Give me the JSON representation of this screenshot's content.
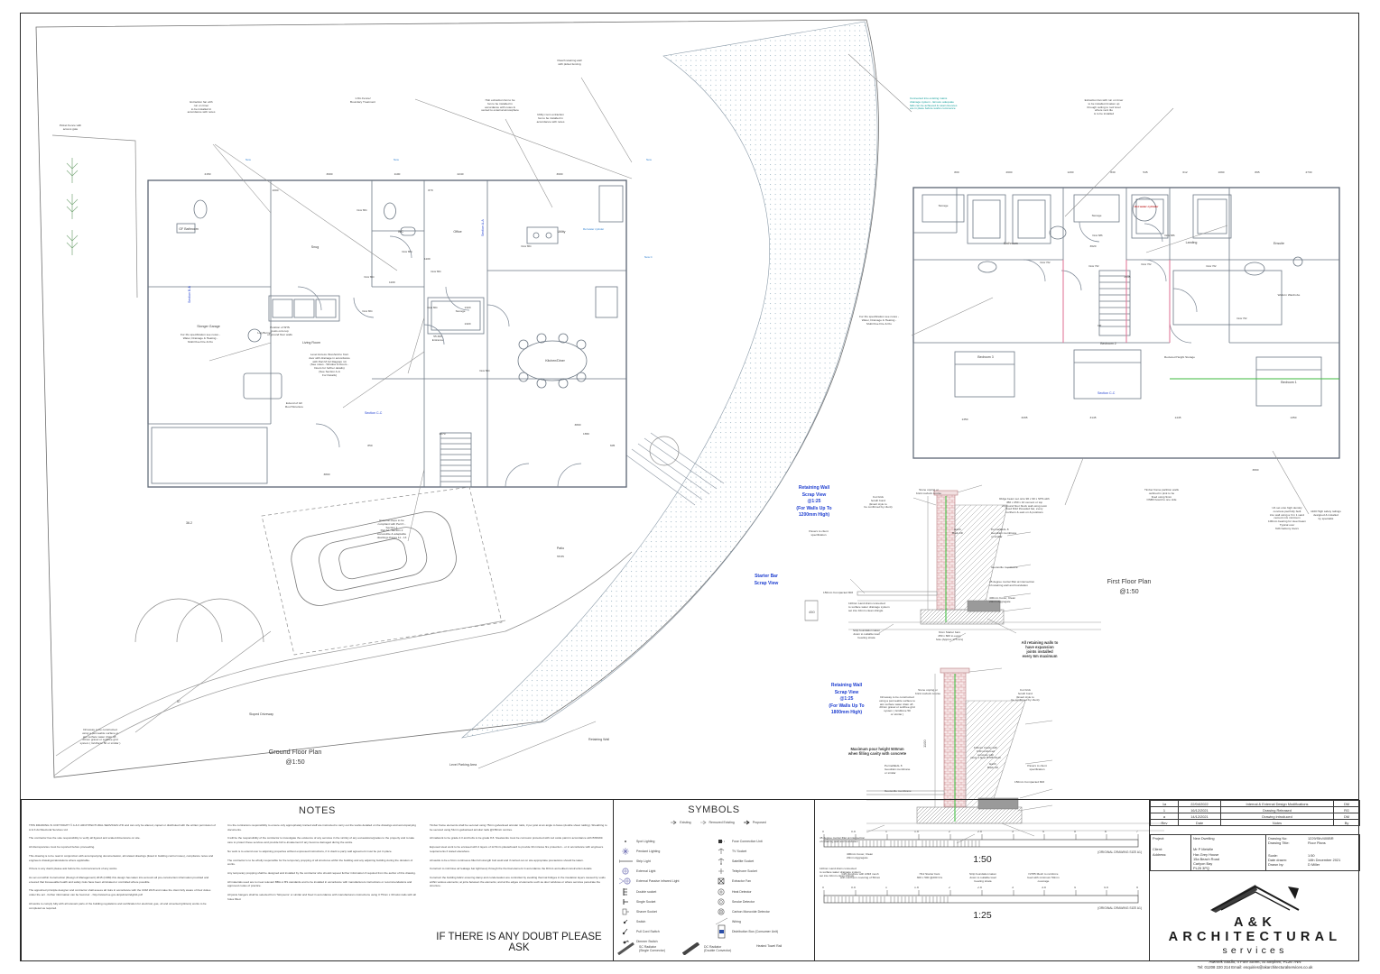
{
  "sheet": {
    "title": "A&K Architectural Services - Floor Plans",
    "bottom_statement": "IF THERE IS ANY DOUBT PLEASE ASK"
  },
  "plans": {
    "ground": {
      "title": "Ground Floor Plan",
      "scale": "@1:50"
    },
    "first": {
      "title": "First Floor Plan",
      "scale": "@1:50"
    }
  },
  "ground_floor": {
    "rooms": [
      "GF Bathroom",
      "Snug",
      "WC",
      "Office",
      "Utility",
      "Living Room",
      "Storage",
      "Entrance",
      "Kitchen/Diner",
      "Stonger Garage",
      "Log Burner",
      "Patio",
      "Sloped Driveway",
      "Level Parking Area",
      "Retaining Wall"
    ],
    "level_entrance": "55.300\nEntrance",
    "patio_level": "55.55",
    "dim_362": "36.2",
    "dim_57": "57",
    "doors": [
      "Door 864",
      "Door 864",
      "Door 864",
      "Door 864",
      "Door 864",
      "Door 864",
      "Door 864",
      "Door 864"
    ],
    "section_marks": [
      "Section A-A",
      "Section B-B",
      "Section C-C"
    ]
  },
  "first_floor": {
    "rooms": [
      "Storage",
      "Bathroom",
      "Storage",
      "Landing",
      "Ensuite",
      "Bedroom 3",
      "Bedroom 2",
      "Bedroom 1",
      "Walk-In Wardrobe",
      "Reduced Height Storage",
      "Hot water cylinder"
    ],
    "doors": [
      "Door 762",
      "Door 762",
      "Door 762",
      "Door 762",
      "Door 762",
      "Door 686",
      "Door 686"
    ],
    "stair_label": "UP",
    "section_mark": "Section C-C"
  },
  "annotations": {
    "ground": [
      {
        "text": "Picket Fence with\naccess gate"
      },
      {
        "text": "Extraction fan with\nrun on timer\nto be installed in\naccordance with notes"
      },
      {
        "text": "1.8m Fence/\nBoundary Treatment"
      },
      {
        "text": "Hob extraction fan to be\nfan to be installed in\naccordance with notes &\nvented to external atmosphere"
      },
      {
        "text": "Utility room extraction\nfan to be installed in\naccordance with notes"
      },
      {
        "text": "Dwarf retaining wall\nwith picket fencing"
      },
      {
        "text": "For Flu specification see notes -\nWater, Drainage & Heating -\nMulti Flue Fire & Flu"
      },
      {
        "text": "For Flu specification see notes -\nWater, Drainage & Heating -\nMulti Flue Fire & Flu"
      },
      {
        "text": "Position of SHS\nposts onto top\nof ground floor walls"
      },
      {
        "text": "Level Access threshold to front\ndoor with drainage in accordance\nwith Part M C2 Diagram 14\n(See notes - Window & Doors -\nDoors for further details)\n(See Section A-A\nFor Details)"
      },
      {
        "text": "External steps to be\ncompliant with Part K -\nSection 1\nPart M - Section 2\nAccessible & adaptable\ndwellings Pages 11 - 13"
      },
      {
        "text": "Driveway to be constructed\nusing a permeable surface or\naim surface water drain off -\n20mm gravel or soil/tree grid\nsystem ( Gridforce 50 or similar )"
      },
      {
        "text": "Extend of GF\nRoof Structure"
      }
    ],
    "first": [
      {
        "text": "Connected into existing mains\ndrainage system - Ensure adequate\nfalls can be achieved & retain licences\nare in place before works commence",
        "color": "teal"
      },
      {
        "text": "Extraction fan with run on timer\nto be installed & taken up\nthrough ceiling to roof level\nwhere vent tile\nis to be installed"
      },
      {
        "text": "Timber frame partition walls\noutlined in pink to be\nfixed using 9mm\nOSB3 board to one side"
      },
      {
        "text": "Walk-In\nWardrobe"
      },
      {
        "text": "Ub set onto high density\nconcrete pad fully built\ninto wall using a 3 in 1 sand\ncement mix minimum\n100mm bearing for steel beam\nTypical over\n6clb balcony doors"
      },
      {
        "text": "1100 High safety railings\ndesigned & installed\nby specialist"
      },
      {
        "text": "Hot water\ncylinder"
      }
    ],
    "details": [
      {
        "text": "Stone coping or\nbrick rowlock course"
      },
      {
        "text": "Cut brick\nfensih bond\n(Exact style to\nbe confirmed by client)"
      },
      {
        "text": "Ridge beam set onto 90 x 90 x SHS with\n450 x 450 x 10 cement or top\nof ground floor block wall using resin\nfixed M12 threaded bar, every\nnorthern & east on & positions"
      },
      {
        "text": "PermaSEAL 8\nGeodrain membrane\nor similar"
      },
      {
        "text": "Earth\nBack Fill"
      },
      {
        "text": "Geotextile membrane"
      },
      {
        "text": "45 degree mortar fillet at intersection\nof retaining wall and foundation"
      },
      {
        "text": "400mm Cover, Clean\n20mm Aggregate"
      },
      {
        "text": "110mm Land drain connected\nto surface water drainage system\nset into 10mm clean shingle"
      },
      {
        "text": "9mm Starter bars\n450 x 600 to every\nhole (Approx 175 Crs)"
      },
      {
        "text": "Strip foundation taken\ndown to suitable load\nbearing strata"
      },
      {
        "text": "Pavers to client\nspecification"
      },
      {
        "text": "150mm Compacted 803"
      },
      {
        "text": "Maximum pour height 500mm\nwhen filling cavity with concrete"
      },
      {
        "text": "All retaining walls to\nhave expansion\njoints installed\nevery 6m maximum"
      },
      {
        "text": "Driveway to be constructed\nusing a permeable surface to\naim surface water drain off -\n20mm gravel or soil/tree grid\nsystem ( Gridforce 50\nor similar )"
      },
      {
        "text": "100mm Cavity with\nC30 reinforced\nconcrete with\nusing 1 layer B785 Mesh"
      },
      {
        "text": "Pavers to client\nspecification"
      },
      {
        "text": "150mm Compacted 803"
      },
      {
        "text": "C25 concrete with A393 mesh\nwith minimum covering of 50mm"
      },
      {
        "text": "H12 Starter bars\n300 x 500 @200 Crs"
      },
      {
        "text": "Strip foundation taken\ndown to suitable load\nbearing strata"
      },
      {
        "text": "N/785 Mesh to reinforce\nfeed with minimum 50mm\ncoverage"
      },
      {
        "text": "Exposed steel work to be encased with 2 layers of 12.5mm plasterboard to provide 30 minutes fire\nprotection - or in accordance with engineers requirements if stated elsewhere."
      }
    ],
    "scrap_views": [
      {
        "title": "Retaining Wall\nScrap View\n@1:25\n(For Walls Up To\n1200mm High)"
      },
      {
        "title": "Retaining Wall\nScrap View\n@1:25\n(For Walls Up To\n1800mm High)"
      },
      {
        "title": "Starter Bar\nScrap View"
      }
    ]
  },
  "notes": {
    "heading": "NOTES",
    "col1": [
      "THIS DRAWING IS COPYRIGHT © A & K ARCHITECTURAL SERVICES LTD and can only be altered, copied or distributed with the written permission of A & K Architectural Services Ltd",
      "The contractor has the sole responsibility to verify all figured and scaled dimensions on site.",
      "All discrepancies must be reported before proceeding.",
      "This drawing is to be read in conjunction with accompanying documentation, all related drawings (listed in building control notes), compliance notes and engineers drawings/calculations where applicable.",
      "If there is any doubt please ask before the commencement of any works.",
      "As set out within Construction (Design & Management) 2015 (CDM) this design has taken into account all pre-construction information provided and ensured that foreseeable health and safety risks have been eliminated or controlled where possible.",
      "The appointed principle designer and contractor shall assess all risks in accordance with the CDM 2015 and make the client fully aware of their duties under the act - further information can be found at: - http://www.hse.gov.uk/pubns/indg411.pdf",
      "All works to comply fully with all relevant parts of the building regulations and certification for electrical, gas, oil and unvented (plinters) works to be completed as required."
    ],
    "col2": [
      "It is the contractors responsibility to ensure only appropriately trained staff are instructed to carry out the works detailed on the drawings and accompanying documents.",
      "It will be the responsibility of the contractor to investigate the existence of any services in the vicinity of any excavations/grades to the property and to take care to protect these services and provide full re-instatement if any become damaged during the works.",
      "No work is to extend over to adjoining properties without expressed instructions, if in doubt a party wall agreement must be put in place.",
      "The contractor is to be wholly responsible for the temporary propping of all structures within the building and any adjoining building during the duration of works.",
      "Any temporary propping shall be designed and installed by the contractor who should request further information if required from the author of this drawing.",
      "All materials used are to meet relevant BBA or BS standards and to be installed in accordance with manufacturers instructions or recommendations and approved codes of practice.",
      "All joists hangers shall be selected from 'Simpsons' or similar and fixed in accordance with manufacturers instructions using 3.75mm x 30 twist nails with all holes filled."
    ],
    "col3": [
      "Timber frame elements shall be secured using 75mm galvanised annular nails, 3 per joist at an angle to faces (double shear nailing). Sheathing to be secured using 51mm galvanised annular nails @150mm centres.",
      "All nailwork to be grade 4.3 and bolts to be grade 8.8. Steelworks must be corrosion protected with red oxide paint in accordance with BS5493.",
      "Exposed steel work to be encased with 2 layers of 12.5mm plasterboard to provide 30 minutes fire protection - or in accordance with engineers requirements if stated elsewhere.",
      "All welds to be a 6mm continuous fillet full strength butt weld and if carried out on site appropriate precautions should be taken.",
      "Construct to minimise air leakage bar tightness) through the thermal element in accordance the DCLG accredited construction details.",
      "Construct the building fabric ensuring damp and condensation are controlled by avoiding thermal bridges in the insulation layers caused by voids within various elements; at joins between the elements; and at the edges of elements such as door windows or where services penetrate the structure."
    ]
  },
  "symbols": {
    "heading": "SYMBOLS",
    "legend_row": [
      {
        "label": "Existing",
        "icon": "arrow-icon"
      },
      {
        "label": "Removed Existing",
        "icon": "arrow-icon"
      },
      {
        "label": "Proposed",
        "icon": "arrow-icon"
      }
    ],
    "col_left": [
      {
        "label": "Spot Lighting",
        "icon": "spot-light-icon"
      },
      {
        "label": "Pendant Lighting",
        "icon": "pendant-light-icon"
      },
      {
        "label": "Strip Light",
        "icon": "strip-light-icon"
      },
      {
        "label": "External Light",
        "icon": "external-light-icon"
      },
      {
        "label": "External Passive infrared Light",
        "icon": "pir-light-icon"
      },
      {
        "label": "Double socket",
        "icon": "double-socket-icon"
      },
      {
        "label": "Single Socket",
        "icon": "single-socket-icon"
      },
      {
        "label": "Shaver Socket",
        "icon": "shaver-socket-icon"
      },
      {
        "label": "Switch",
        "icon": "switch-icon"
      },
      {
        "label": "Pull Cord Switch",
        "icon": "pull-cord-switch-icon"
      },
      {
        "label": "Dimmer Switch",
        "icon": "dimmer-switch-icon"
      }
    ],
    "col_right": [
      {
        "label": "Fuse Connection Unit",
        "icon": "fuse-connection-icon"
      },
      {
        "label": "TV Socket",
        "icon": "tv-socket-icon"
      },
      {
        "label": "Satellite Socket",
        "icon": "satellite-socket-icon"
      },
      {
        "label": "Telephone Socket",
        "icon": "telephone-socket-icon"
      },
      {
        "label": "Extractor Fan",
        "icon": "extractor-fan-icon"
      },
      {
        "label": "Heat Detector",
        "icon": "heat-detector-icon"
      },
      {
        "label": "Smoke Detector",
        "icon": "smoke-detector-icon"
      },
      {
        "label": "Carbon Monoxide Detector",
        "icon": "co-detector-icon"
      },
      {
        "label": "Wiring",
        "icon": "wiring-icon"
      },
      {
        "label": "Distribution Box (Consumer Unit)",
        "icon": "distribution-box-icon"
      }
    ],
    "radiators": [
      {
        "label": "SC Radiator\n(Single Convector)",
        "icon": "radiator-single-icon"
      },
      {
        "label": "DC Radiator\n(Double Convector)",
        "icon": "radiator-double-icon"
      },
      {
        "label": "Heated Towel Rail",
        "icon": "towel-rail-icon"
      }
    ]
  },
  "scale_bars": [
    {
      "label": "1:50",
      "note": "(ORIGINAL DRAWING SIZE A1)",
      "ticks": [
        "0",
        "0.5",
        "1",
        "1.5",
        "2",
        "2.5",
        "3",
        "4",
        "5",
        "6",
        "7",
        "8",
        "9",
        "10"
      ]
    },
    {
      "label": "1:25",
      "note": "(ORIGINAL DRAWING SIZE A1)",
      "ticks": [
        "0",
        "0.5",
        "1",
        "1.5",
        "2",
        "2.5",
        "3",
        "3.5",
        "4",
        "4.5",
        "5"
      ]
    }
  ],
  "title_block": {
    "revisions": [
      {
        "rev": "1a",
        "date": "22/04/2022",
        "notes": "Internal & External Design Modifications",
        "by": "DM"
      },
      {
        "rev": "1",
        "date": "16/12/2021",
        "notes": "Drawing Released",
        "by": "RG"
      },
      {
        "rev": "a",
        "date": "14/12/2021",
        "notes": "Drawing introduced",
        "by": "DM"
      }
    ],
    "headers": {
      "rev": "Rev",
      "date": "Date",
      "notes": "Notes",
      "by": "By"
    },
    "fields": {
      "project_label": "Project:",
      "project_value": "New Dwelling",
      "client_label": "Client:",
      "client_value": "Mr P Melville",
      "address_label": "Address:",
      "address_value": "Har-Grey House\n15a Beach Road\nCarlyon Bay\nPL25 3PQ",
      "drawing_no_label": "Drawing No:",
      "drawing_no_value": "1229/Sth/400BR",
      "drawing_title_label": "Drawing Title:",
      "drawing_title_value": "Floor Plans",
      "scale_label": "Scale:",
      "scale_value": "1:50",
      "date_drawn_label": "Date drawn:",
      "date_drawn_value": "14th December 2021",
      "drawn_by_label": "Drawn by:",
      "drawn_by_value": "D Miller"
    },
    "logo": {
      "name": "A&K ARCHITECTURAL",
      "sub": "services",
      "address": "Awenek Studio, 4 Fore Street, St Stephen, PL26 7NN\nTel: 01208 220 214 Email: enquiries@akarchitecturalservices.co.uk"
    }
  },
  "colors": {
    "wall": "#5a6472",
    "blue_text": "#1f3fd0",
    "teal_text": "#0a9a96",
    "brick": "#c98f92",
    "border": "#2b2b2b"
  }
}
